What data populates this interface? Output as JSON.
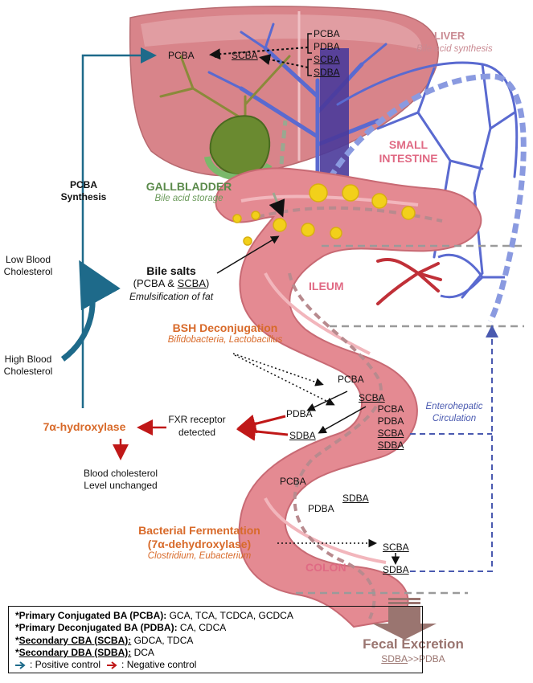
{
  "liver": {
    "title": "LIVER",
    "subtitle": "Bile acid synthesis",
    "pcba": "PCBA",
    "plus": "+",
    "scba": "SCBA",
    "in1": "PCBA",
    "in2": "PDBA",
    "in3": "SCBA",
    "in4": "SDBA"
  },
  "small_intestine": {
    "line1": "SMALL",
    "line2": "INTESTINE"
  },
  "gallbladder": {
    "title": "GALLBLADDER",
    "subtitle": "Bile acid storage"
  },
  "synthesis": {
    "line1": "PCBA",
    "line2": "Synthesis"
  },
  "cholesterol": {
    "low1": "Low Blood",
    "low2": "Cholesterol",
    "high1": "High Blood",
    "high2": "Cholesterol",
    "unchanged1": "Blood cholesterol",
    "unchanged2": "Level unchanged"
  },
  "bile_salts": {
    "title": "Bile salts",
    "paren_open": "(PCBA & ",
    "scba": "SCBA",
    "paren_close": ")",
    "subtitle": "Emulsification of fat"
  },
  "ileum": {
    "label": "ILEUM"
  },
  "bsh": {
    "title": "BSH Deconjugation",
    "subtitle": "Bifidobacteria, Lactobacillus"
  },
  "pathway": {
    "pcba": "PCBA",
    "scba": "SCBA",
    "pdba": "PDBA",
    "sdba": "SDBA"
  },
  "fxr": {
    "line1": "FXR receptor",
    "line2": "detected"
  },
  "hydroxylase": {
    "label": "7α-hydroxylase"
  },
  "enterohepatic": {
    "line1": "Enterohepatic",
    "line2": "Circulation",
    "list": [
      "PCBA",
      "PDBA",
      "SCBA",
      "SDBA"
    ]
  },
  "mid_colon": {
    "pcba": "PCBA",
    "sdba": "SDBA",
    "pdba": "PDBA"
  },
  "fermentation": {
    "title1": "Bacterial Fermentation",
    "title2": "(7α-dehydroxylase)",
    "subtitle": "Clostridium, Eubacterium",
    "scba": "SCBA",
    "sdba": "SDBA"
  },
  "colon": {
    "label": "COLON"
  },
  "fecal": {
    "title": "Fecal Excretion",
    "sdba": "SDBA",
    "rest": ">>PDBA"
  },
  "legend": {
    "r1_bold": "*Primary Conjugated BA (PCBA):",
    "r1_val": " GCA, TCA, TCDCA, GCDCA",
    "r2_bold": "*Primary Deconjugated BA (PDBA):",
    "r2_val": " CA, CDCA",
    "r3_star": "*",
    "r3_bold": "Secondary CBA (SCBA):",
    "r3_val": " GDCA, TDCA",
    "r4_star": "*",
    "r4_bold": "Secondary DBA (SDBA):",
    "r4_val": " DCA",
    "pos_label": ": Positive control",
    "neg_label": ": Negative control"
  },
  "colors": {
    "liver": "#d8848a",
    "intestine": "#e48a92",
    "vein_blue": "#5a6ad0",
    "artery_red": "#c03038",
    "control_blue": "#1e6a8a",
    "control_red": "#c01818",
    "orange": "#d86a2a"
  }
}
